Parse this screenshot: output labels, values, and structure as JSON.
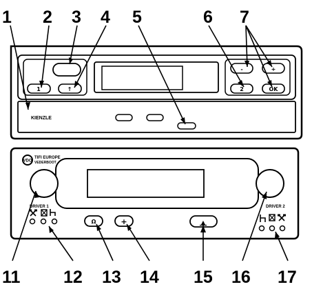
{
  "callouts": {
    "n1": "1",
    "n2": "2",
    "n3": "3",
    "n4": "4",
    "n5": "5",
    "n6": "6",
    "n7": "7",
    "n11": "11",
    "n12": "12",
    "n13": "13",
    "n14": "14",
    "n15": "15",
    "n16": "16",
    "n17": "17"
  },
  "top_unit": {
    "brand": "KIENZLE",
    "btn_driver1_glyph": "1",
    "btn_driver2_glyph": "2",
    "btn_minus_glyph": "-",
    "btn_plus_glyph": "+",
    "btn_ok_glyph": "OK",
    "btn_eject_glyph": "↑"
  },
  "bottom_unit": {
    "brand_line1": "TIFI EUROPE",
    "brand_line2": "VEDERBOOT",
    "logo": "vdo-logo",
    "driver1_label": "DRIVER 1",
    "driver2_label": "DRIVER 2",
    "btn13_glyph": "Ω",
    "btn14_glyph": "+",
    "btn15_glyph": "▲"
  }
}
